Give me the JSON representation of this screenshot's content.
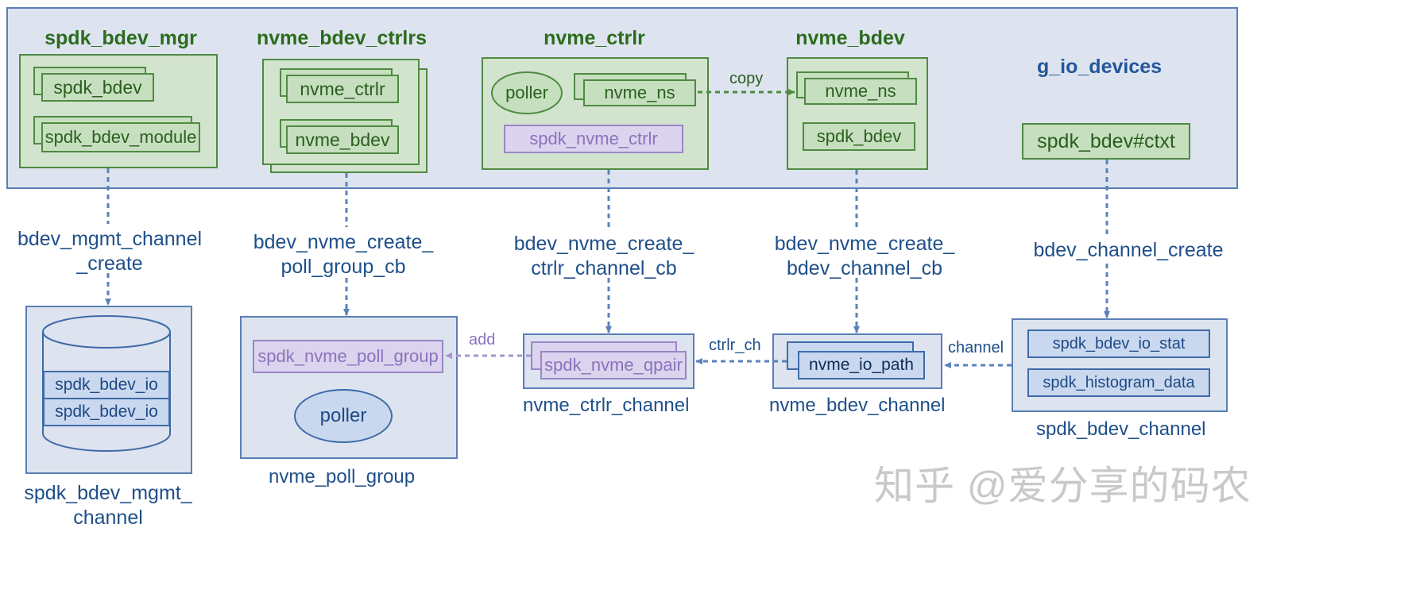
{
  "top_group": {
    "title": "g_io_devices",
    "spdk_bdev_mgr": {
      "title": "spdk_bdev_mgr",
      "items": [
        "spdk_bdev",
        "spdk_bdev_module"
      ]
    },
    "nvme_bdev_ctrlrs": {
      "title": "nvme_bdev_ctrlrs",
      "items": [
        "nvme_ctrlr",
        "nvme_bdev"
      ]
    },
    "nvme_ctrlr": {
      "title": "nvme_ctrlr",
      "poller": "poller",
      "ns": "nvme_ns",
      "spdk_ctrlr": "spdk_nvme_ctrlr"
    },
    "nvme_bdev": {
      "title": "nvme_bdev",
      "ns": "nvme_ns",
      "bdev": "spdk_bdev"
    },
    "ctxt": "spdk_bdev#ctxt"
  },
  "edges": {
    "copy": "copy",
    "add": "add",
    "ctrlr_ch": "ctrlr_ch",
    "channel": "channel"
  },
  "callbacks": {
    "mgmt": [
      "bdev_mgmt_channel",
      "_create"
    ],
    "poll_group": [
      "bdev_nvme_create_",
      "poll_group_cb"
    ],
    "ctrlr_channel": [
      "bdev_nvme_create_",
      "ctrlr_channel_cb"
    ],
    "bdev_channel": [
      "bdev_nvme_create_",
      "bdev_channel_cb"
    ],
    "channel_create": [
      "bdev_channel_create"
    ]
  },
  "bottom": {
    "mgmt_channel": {
      "items": [
        "spdk_bdev_io",
        "spdk_bdev_io"
      ],
      "label": [
        "spdk_bdev_mgmt_",
        "channel"
      ]
    },
    "poll_group": {
      "item": "spdk_nvme_poll_group",
      "poller": "poller",
      "label": "nvme_poll_group"
    },
    "ctrlr_channel": {
      "item": "spdk_nvme_qpair",
      "label": "nvme_ctrlr_channel"
    },
    "bdev_channel": {
      "item": "nvme_io_path",
      "label": "nvme_bdev_channel"
    },
    "spdk_channel": {
      "items": [
        "spdk_bdev_io_stat",
        "spdk_histogram_data"
      ],
      "label": "spdk_bdev_channel"
    }
  },
  "watermark": "知乎 @爱分享的码农",
  "colors": {
    "green_border": "#4f8a42",
    "green_fill": "#c6dfbf",
    "blue_border": "#3f6aa8",
    "blue_fill": "#dde4ef",
    "purple_border": "#9a86c7",
    "arrow_blue": "#5b82bb",
    "arrow_green": "#4f8a42",
    "arrow_purple": "#a595cf"
  }
}
